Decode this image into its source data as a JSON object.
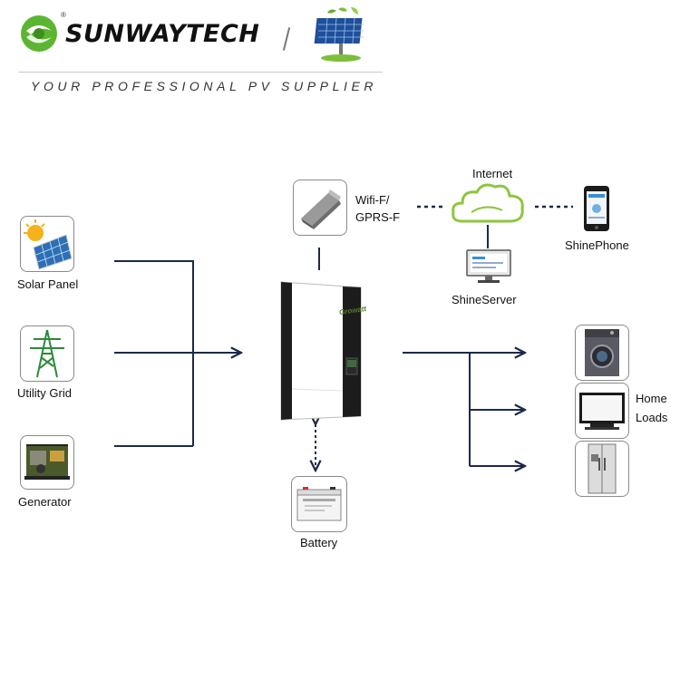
{
  "header": {
    "brand": "SUNWAYTECH",
    "registered_mark": "®",
    "tagline": "YOUR PROFESSIONAL PV SUPPLIER"
  },
  "diagram": {
    "sources": {
      "solar_panel": "Solar Panel",
      "utility_grid": "Utility Grid",
      "generator": "Generator"
    },
    "inverter_brand": "Growatt",
    "communication": {
      "module_line1": "Wifi-F/",
      "module_line2": "GPRS-F",
      "internet": "Internet",
      "shine_server": "ShineServer",
      "shine_phone": "ShinePhone"
    },
    "battery": "Battery",
    "loads": {
      "line1": "Home",
      "line2": "Loads"
    },
    "colors": {
      "line": "#1b2a4a",
      "cloud": "#8cc63f",
      "inverter_dark": "#1c1c1c",
      "solar_cell": "#2c6fb6"
    }
  }
}
